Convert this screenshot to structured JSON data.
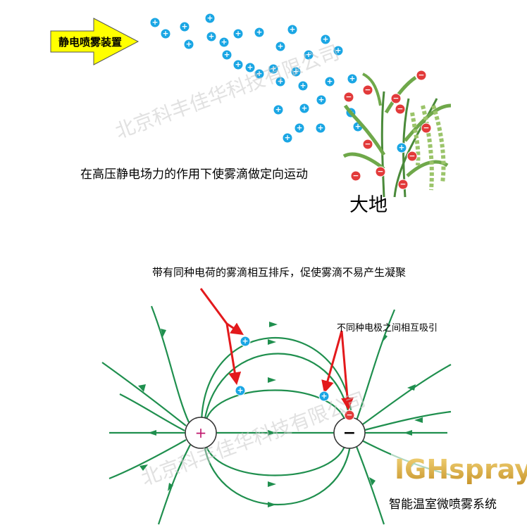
{
  "sprayer": {
    "label": "静电喷雾装置",
    "arrow_color": "#ffff00"
  },
  "top_caption": "在高压静电场力的作用下使雾滴做定向运动",
  "ground_label": "大地",
  "repel_caption": "带有同种电荷的雾滴相互排斥，促使雾滴不易产生凝聚",
  "attract_caption": "不同种电极之间相互吸引",
  "positive_electrode": "+",
  "negative_electrode": "−",
  "droplet_plus": "+",
  "droplet_minus": "−",
  "watermark": "北京科丰佳华科技有限公司",
  "brand": {
    "logo": "IGHspray",
    "tagline": "智能温室微喷雾系统"
  },
  "colors": {
    "field_line": "#1f8f4e",
    "annotation_arrow": "#e3191c",
    "positive_droplet": "#1aa6e4",
    "negative_droplet": "#e23a3a",
    "brand_gold": "#d9b24c"
  }
}
